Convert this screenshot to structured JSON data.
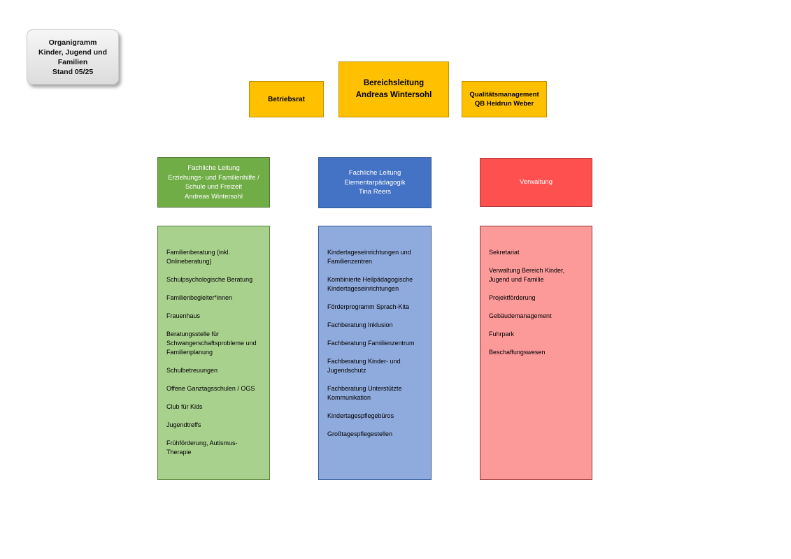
{
  "legend": {
    "lines": [
      "Organigramm",
      "Kinder, Jugend und Familien",
      "Stand 05/25"
    ]
  },
  "top_row": {
    "betriebsrat": "Betriebsrat",
    "bereichsleitung_line1": "Bereichsleitung",
    "bereichsleitung_line2": "Andreas Wintersohl",
    "qm_line1": "Qualitätsmanagement",
    "qm_line2": "QB Heidrun Weber"
  },
  "colors": {
    "gold": "#FFC000",
    "gold_border": "#BF9000",
    "green_header": "#70AD47",
    "green_list": "#A9D18E",
    "green_border": "#538135",
    "blue_header": "#4472C4",
    "blue_list": "#8FAADC",
    "blue_border": "#2F5597",
    "red_header": "#FF5050",
    "red_list": "#FC9A9A",
    "red_border": "#953735",
    "legend_bg": "#E8E8E8"
  },
  "columns": [
    {
      "header_lines": [
        "Fachliche Leitung",
        "Erziehungs- und Familienhilfe /",
        "Schule und Freizeit",
        "Andreas Wintersohl"
      ],
      "items": [
        "Familienberatung (inkl. Onlineberatung)",
        "Schulpsychologische Beratung",
        "Familienbegleiter*innen",
        "Frauenhaus",
        "Beratungsstelle für Schwangerschaftsprobleme und Familienplanung",
        "Schulbetreuungen",
        "Offene Ganztagsschulen / OGS",
        "Club für Kids",
        "Jugendtreffs",
        "Frühförderung, Autismus-Therapie"
      ]
    },
    {
      "header_lines": [
        "Fachliche Leitung",
        "Elementarpädagogik",
        "Tina Reers"
      ],
      "items": [
        "Kindertageseinrichtungen und Familienzentren",
        "Kombinierte Heilpädagogische Kindertageseinrichtungen",
        "Förderprogramm Sprach-Kita",
        "Fachberatung Inklusion",
        "Fachberatung Familienzentrum",
        "Fachberatung Kinder- und Jugendschutz",
        "Fachberatung Unterstützte Kommunikation",
        "Kindertagespflegebüros",
        "Großtagespflegestellen"
      ]
    },
    {
      "header_lines": [
        "Verwaltung"
      ],
      "items": [
        "Sekretariat",
        "Verwaltung Bereich Kinder, Jugend und Familie",
        "Projektförderung",
        "Gebäudemanagement",
        "Fuhrpark",
        "Beschaffungswesen"
      ]
    }
  ]
}
